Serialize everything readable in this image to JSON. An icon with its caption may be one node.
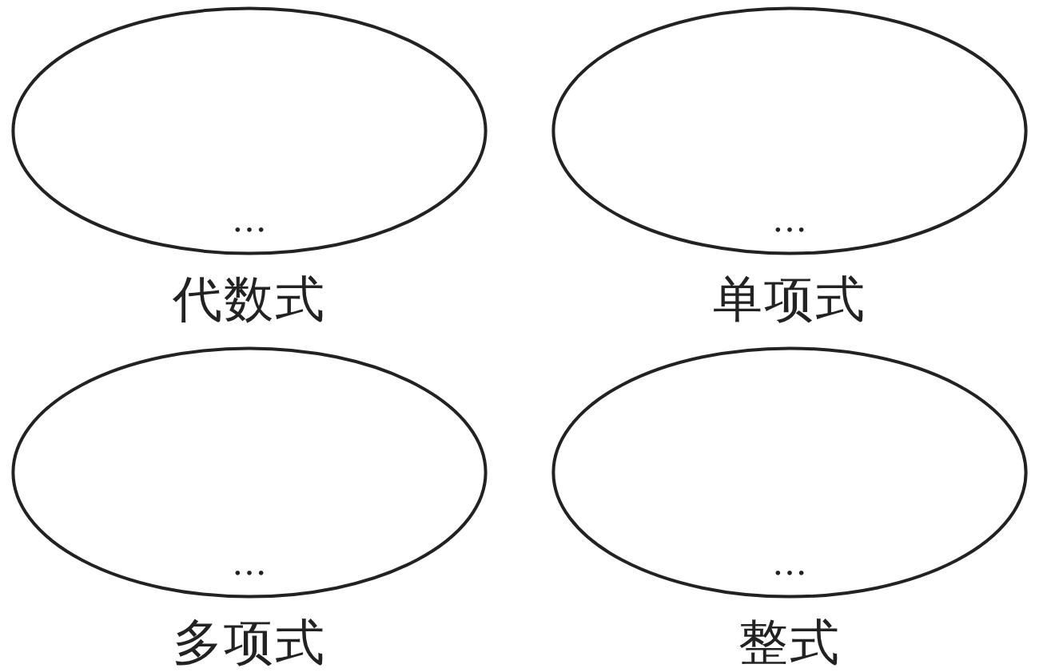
{
  "diagram": {
    "nodes": [
      {
        "text": [
          "…"
        ],
        "beside": [
          "代数式"
        ]
      },
      {
        "text": [
          "…"
        ],
        "beside": [
          "单项式"
        ]
      },
      {
        "text": [
          "…"
        ],
        "beside": [
          "多项式"
        ]
      },
      {
        "text": [
          "…"
        ],
        "beside": [
          "整式"
        ]
      }
    ]
  }
}
